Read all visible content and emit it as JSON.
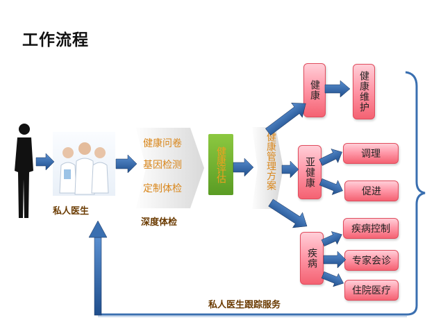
{
  "title": "工作流程",
  "doctor_caption": "私人医生",
  "exam_caption": "深度体检",
  "exam_items": [
    "健康问卷",
    "基因检测",
    "定制体检"
  ],
  "assessment": "健康评估",
  "plan": "健康管理方案",
  "branches": {
    "healthy": {
      "label": "健康",
      "outcome": "健康维护"
    },
    "subhealthy": {
      "label": "亚健康",
      "outcomes": [
        "调理",
        "促进"
      ]
    },
    "disease": {
      "label": "疾病",
      "outcomes": [
        "疾病控制",
        "专家会诊",
        "住院医疗"
      ]
    }
  },
  "follow_up": "私人医生跟踪服务",
  "colors": {
    "arrow": "#2f5f9e",
    "box": "#f46272",
    "accent": "#d9861a",
    "assess": "#6aac2c"
  }
}
